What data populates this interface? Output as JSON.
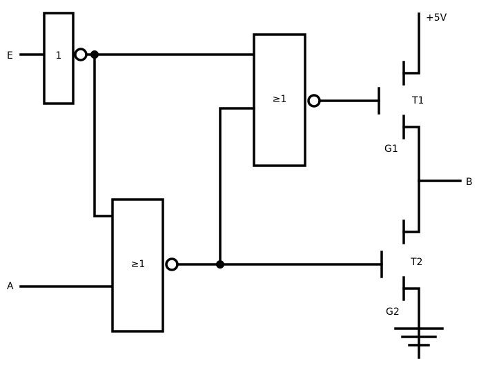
{
  "diagram": {
    "inputs": {
      "e": "E",
      "a": "A"
    },
    "output": {
      "b": "B"
    },
    "gates": {
      "not_gate": "1",
      "nor_top": "≥1",
      "nor_bottom": "≥1"
    },
    "transistors": {
      "t1": "T1",
      "t2": "T2",
      "g1": "G1",
      "g2": "G2"
    },
    "supply": "+5V"
  }
}
